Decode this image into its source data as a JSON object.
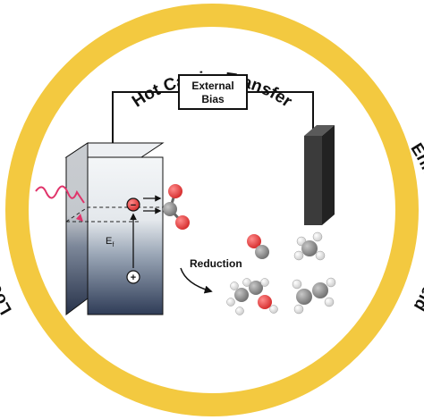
{
  "ring": {
    "top_label": "Hot Carrier Transfer",
    "left_label": "Local Heating",
    "right_label": "Enhanced Near Field",
    "color": "#F3C940"
  },
  "bias_box": {
    "line1": "External",
    "line2": "Bias"
  },
  "fermi_label": "E",
  "fermi_sub": "f",
  "reduction_label": "Reduction",
  "electron_sign": "−",
  "hole_sign": "+",
  "colors": {
    "photon": "#E0336A",
    "oxygen": "#E03A3A",
    "carbon": "#8A8A8A",
    "hydrogen": "#F2F2F2",
    "electrode": "#3B3B3B",
    "semiconductor_top": "#D8DCE0",
    "semiconductor_bottom": "#33415C"
  },
  "icons": [
    "photon-wave-icon",
    "co2-molecule-icon",
    "co-molecule-icon",
    "methane-molecule-icon",
    "ethanol-molecule-icon",
    "ethylene-molecule-icon"
  ]
}
